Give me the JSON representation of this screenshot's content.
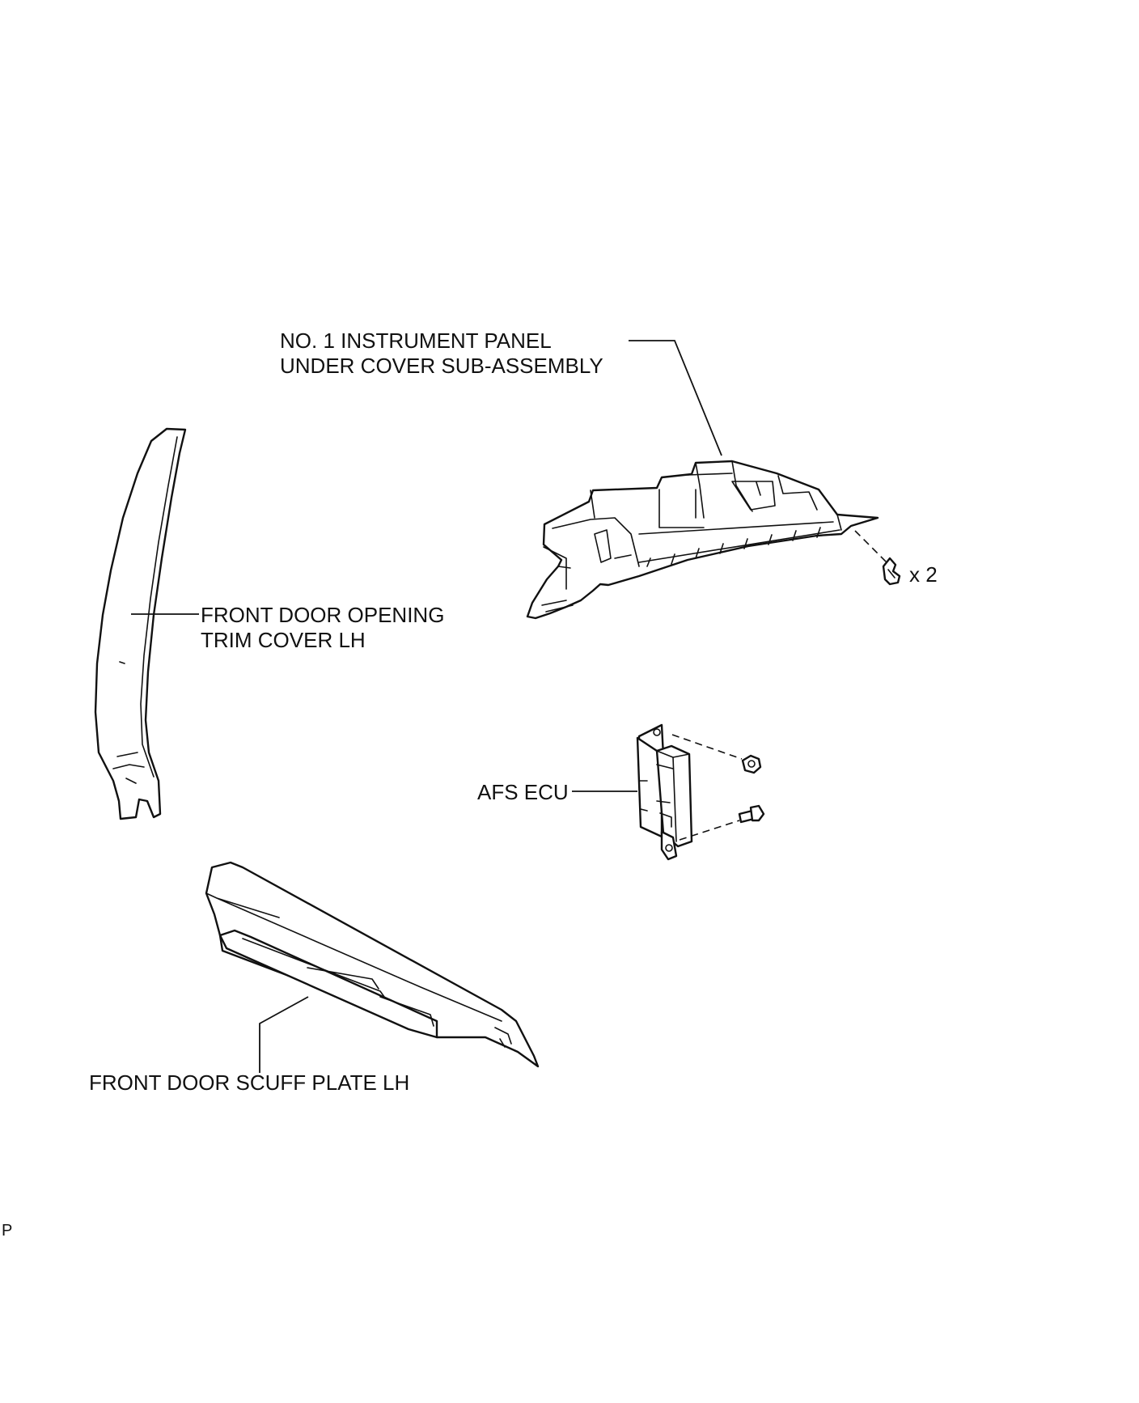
{
  "labels": {
    "instrument_panel_line1": "NO. 1 INSTRUMENT PANEL",
    "instrument_panel_line2": "UNDER COVER SUB-ASSEMBLY",
    "opening_trim_line1": "FRONT DOOR OPENING",
    "opening_trim_line2": "TRIM COVER LH",
    "afs_ecu": "AFS ECU",
    "scuff_plate": "FRONT DOOR SCUFF PLATE LH",
    "clip_quantity": "x 2",
    "corner_mark": "P"
  },
  "icons": {
    "clip": "push-clip-icon",
    "nut": "hex-nut-icon",
    "bolt": "flange-bolt-icon"
  }
}
